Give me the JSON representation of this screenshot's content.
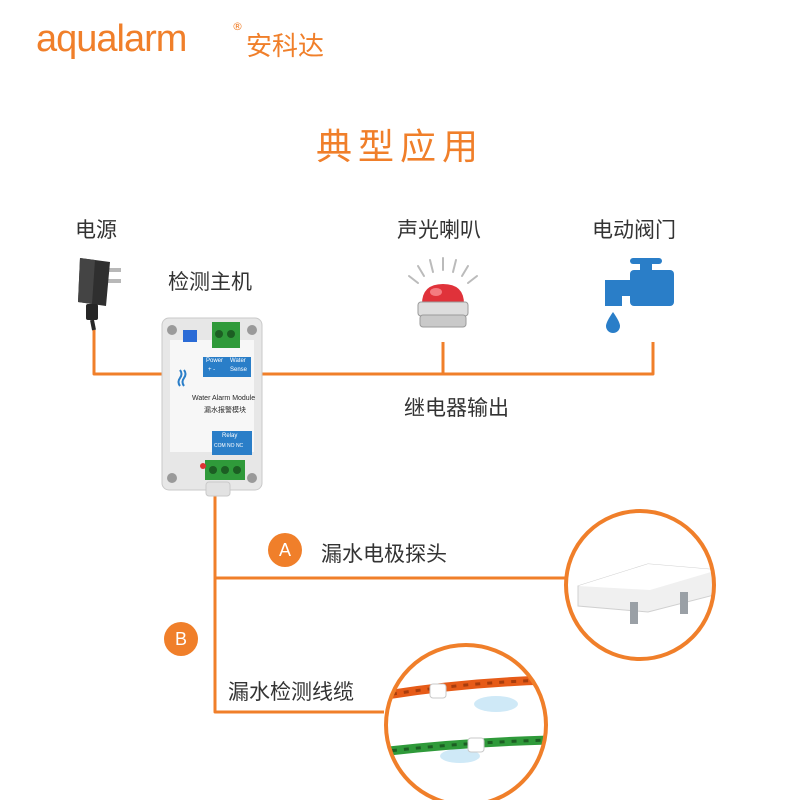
{
  "brand": {
    "name": "aqualarm",
    "registered": "®",
    "chinese_name": "安科达",
    "color": "#f07f2a"
  },
  "title": "典型应用",
  "labels": {
    "power": "电源",
    "host": "检测主机",
    "speaker": "声光喇叭",
    "valve": "电动阀门",
    "relay_output": "继电器输出",
    "probe": "漏水电极探头",
    "cable": "漏水检测线缆"
  },
  "badges": {
    "a": "A",
    "b": "B"
  },
  "module": {
    "name_en": "Water Alarm Module",
    "name_cn": "漏水报警模块",
    "power_label": "Power",
    "power_polarity": "+    -",
    "water_label": "Water",
    "sense_label": "Sense",
    "relay_label": "Relay",
    "relay_terminals": "COM NO NC"
  },
  "colors": {
    "accent": "#f07f2a",
    "text": "#333333",
    "module_blue": "#2a7ec8",
    "wire_green": "#2f9a3a"
  },
  "icons": [
    "power-adapter-icon",
    "alarm-light-icon",
    "faucet-icon",
    "water-drop-icon"
  ]
}
